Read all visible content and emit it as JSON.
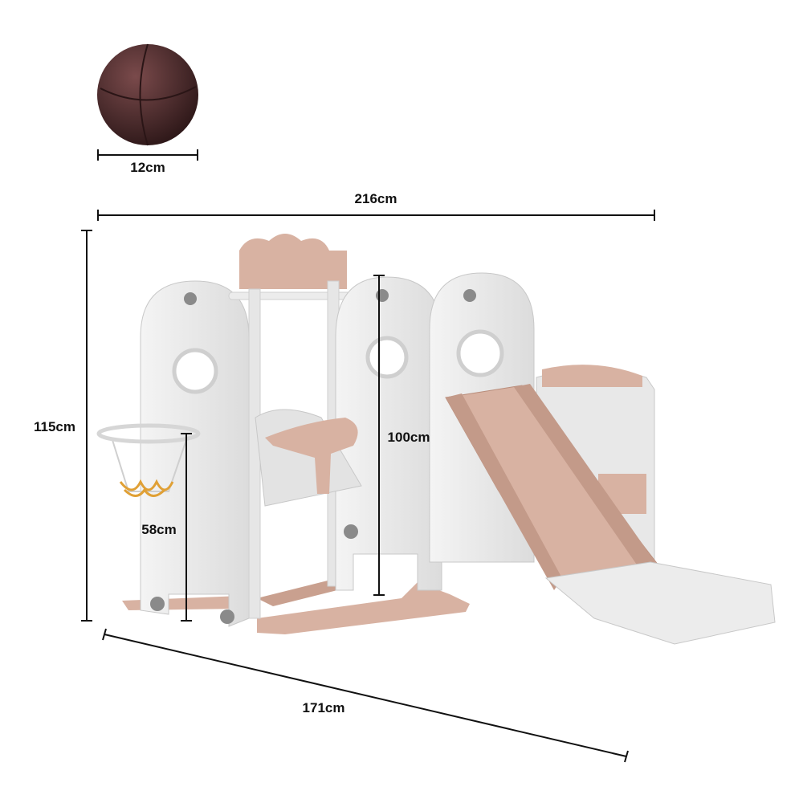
{
  "product": {
    "colors": {
      "frame": "#ebebeb",
      "frame_shadow": "#cfcfcf",
      "accent": "#d8b2a2",
      "accent_dark": "#b98d7b",
      "ball": "#4a2b2c",
      "net": "#e0a035"
    },
    "parts": [
      "basketball",
      "basketball-hoop",
      "swing",
      "climbing-arches",
      "slide",
      "truck-cabin"
    ]
  },
  "dimensions": {
    "ball_diameter": "12cm",
    "total_length": "216cm",
    "total_height": "115cm",
    "platform_height": "100cm",
    "hoop_height": "58cm",
    "depth": "171cm"
  }
}
